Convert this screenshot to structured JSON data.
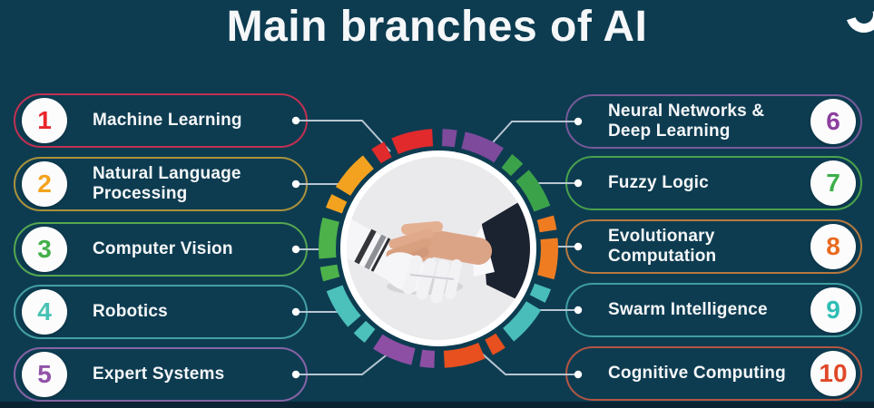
{
  "title": "Main branches of AI",
  "logo": {
    "icon": "smile-arc-logo-icon"
  },
  "center": {
    "image": "robot-and-human-handshake"
  },
  "theme": {
    "background": "#0d3c51",
    "bottom_bar": "#0a2433",
    "text": "#f5f7f8",
    "connector_line": "#b7c6d1",
    "number_circle": "#fcfcfd",
    "photo_ring": "#ffffff",
    "photo_background": "#eaeaed"
  },
  "branches": [
    {
      "num": "1",
      "label": "Machine Learning",
      "side": "left",
      "number_color": "#e8262b",
      "border_color": "#c03052",
      "ring_color": "#e02a2c"
    },
    {
      "num": "2",
      "label": "Natural Language Processing",
      "side": "left",
      "number_color": "#f2a31c",
      "border_color": "#ab923c",
      "ring_color": "#f3a21f"
    },
    {
      "num": "3",
      "label": "Computer Vision",
      "side": "left",
      "number_color": "#43b04a",
      "border_color": "#55a750",
      "ring_color": "#4db24a"
    },
    {
      "num": "4",
      "label": "Robotics",
      "side": "left",
      "number_color": "#47c2b4",
      "border_color": "#43a0a2",
      "ring_color": "#4cc0ba"
    },
    {
      "num": "5",
      "label": "Expert Systems",
      "side": "left",
      "number_color": "#9152a8",
      "border_color": "#8663a5",
      "ring_color": "#8d4fa4"
    },
    {
      "num": "6",
      "label": "Neural Networks & Deep Learning",
      "side": "right",
      "number_color": "#8b3f9e",
      "border_color": "#775a99",
      "ring_color": "#7e4a9c"
    },
    {
      "num": "7",
      "label": "Fuzzy Logic",
      "side": "right",
      "number_color": "#3dae49",
      "border_color": "#4aa24c",
      "ring_color": "#3ca24a"
    },
    {
      "num": "8",
      "label": "Evolutionary Computation",
      "side": "right",
      "number_color": "#e96a1e",
      "border_color": "#b87a3e",
      "ring_color": "#f07c22"
    },
    {
      "num": "9",
      "label": "Swarm Intelligence",
      "side": "right",
      "number_color": "#2fbdb4",
      "border_color": "#3f9ea0",
      "ring_color": "#49bdb9"
    },
    {
      "num": "10",
      "label": "Cognitive Computing",
      "side": "right",
      "number_color": "#e0482a",
      "border_color": "#b55543",
      "ring_color": "#e8501f"
    }
  ]
}
